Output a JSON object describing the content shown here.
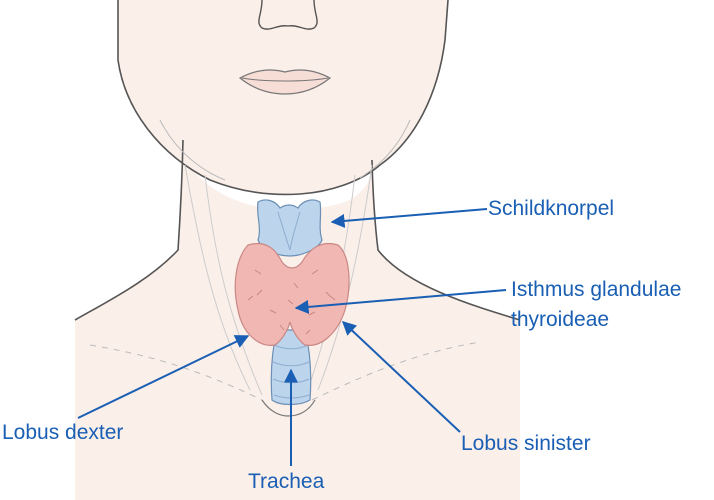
{
  "labels": {
    "thyroid_cartilage": "Schildknorpel",
    "isthmus_line1": "Isthmus glandulae",
    "isthmus_line2": "thyroideae",
    "right_lobe": "Lobus dexter",
    "left_lobe": "Lobus sinister",
    "trachea": "Trachea"
  },
  "colors": {
    "skin": "#fbefe9",
    "skin_outline": "#555555",
    "cartilage": "#bcd4ec",
    "trachea": "#bcd4ec",
    "thyroid": "#f1b7b3",
    "thyroid_outline": "#c98884",
    "arrow": "#1a5fb4",
    "label": "#1a5fb4"
  }
}
